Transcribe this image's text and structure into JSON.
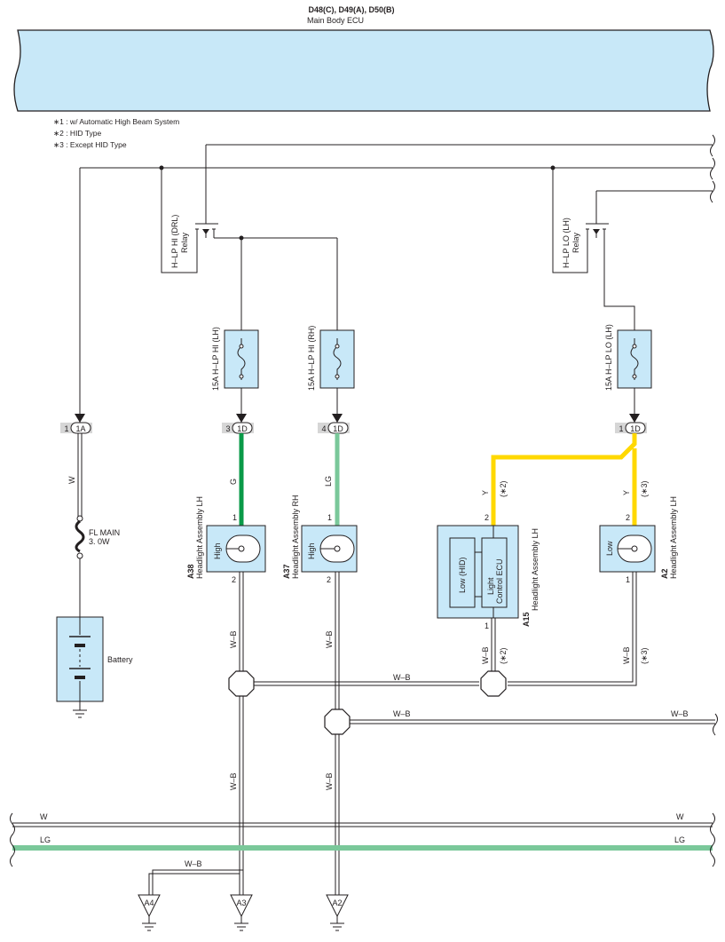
{
  "ecu": {
    "codes": "D48(C), D49(A), D50(B)",
    "name": "Main Body ECU"
  },
  "notes": [
    "∗1 : w/ Automatic High Beam System",
    "∗2 : HID Type",
    "∗3 : Except HID Type"
  ],
  "relays": {
    "hi": {
      "line1": "H–LP HI (DRL)",
      "line2": "Relay"
    },
    "lo": {
      "line1": "H–LP LO (LH)",
      "line2": "Relay"
    }
  },
  "fuses": {
    "hi_lh": "15A H–LP HI (LH)",
    "hi_rh": "15A H–LP HI (RH)",
    "lo_lh": "15A H–LP LO (LH)"
  },
  "connectors": {
    "c1a": {
      "pin": "1",
      "id": "1A"
    },
    "c1d_3": {
      "pin": "3",
      "id": "1D"
    },
    "c1d_4": {
      "pin": "4",
      "id": "1D"
    },
    "c1d_1": {
      "pin": "1",
      "id": "1D"
    }
  },
  "fl_main": {
    "line1": "FL MAIN",
    "line2": "3. 0W"
  },
  "battery": "Battery",
  "headlights": {
    "a38": {
      "code": "A38",
      "name": "Headlight Assembly LH",
      "bulb": "High",
      "pin_top": "1",
      "pin_bottom": "2"
    },
    "a37": {
      "code": "A37",
      "name": "Headlight Assembly RH",
      "bulb": "High",
      "pin_top": "1",
      "pin_bottom": "2"
    },
    "a15": {
      "code": "A15",
      "name": "Headlight Assembly LH",
      "bulb": "Low (HID)",
      "ecu_line1": "Light",
      "ecu_line2": "Control ECU",
      "pin_top": "2",
      "pin_bottom": "1"
    },
    "a2": {
      "code": "A2",
      "name": "Headlight Assembly LH",
      "bulb": "Low",
      "pin_top": "2",
      "pin_bottom": "1"
    }
  },
  "wire_labels": {
    "w": "W",
    "g": "G",
    "lg": "LG",
    "y": "Y",
    "wb": "W–B",
    "star2": "(∗2)",
    "star3": "(∗3)"
  },
  "grounds": {
    "a4": "A4",
    "a3": "A3",
    "a2": "A2"
  },
  "colors": {
    "ecu_fill": "#c8e8f8",
    "green_wire": "#0a9a48",
    "light_green_wire": "#7ac89a",
    "yellow_wire": "#ffd800",
    "component_fill": "#c8e8f8"
  }
}
